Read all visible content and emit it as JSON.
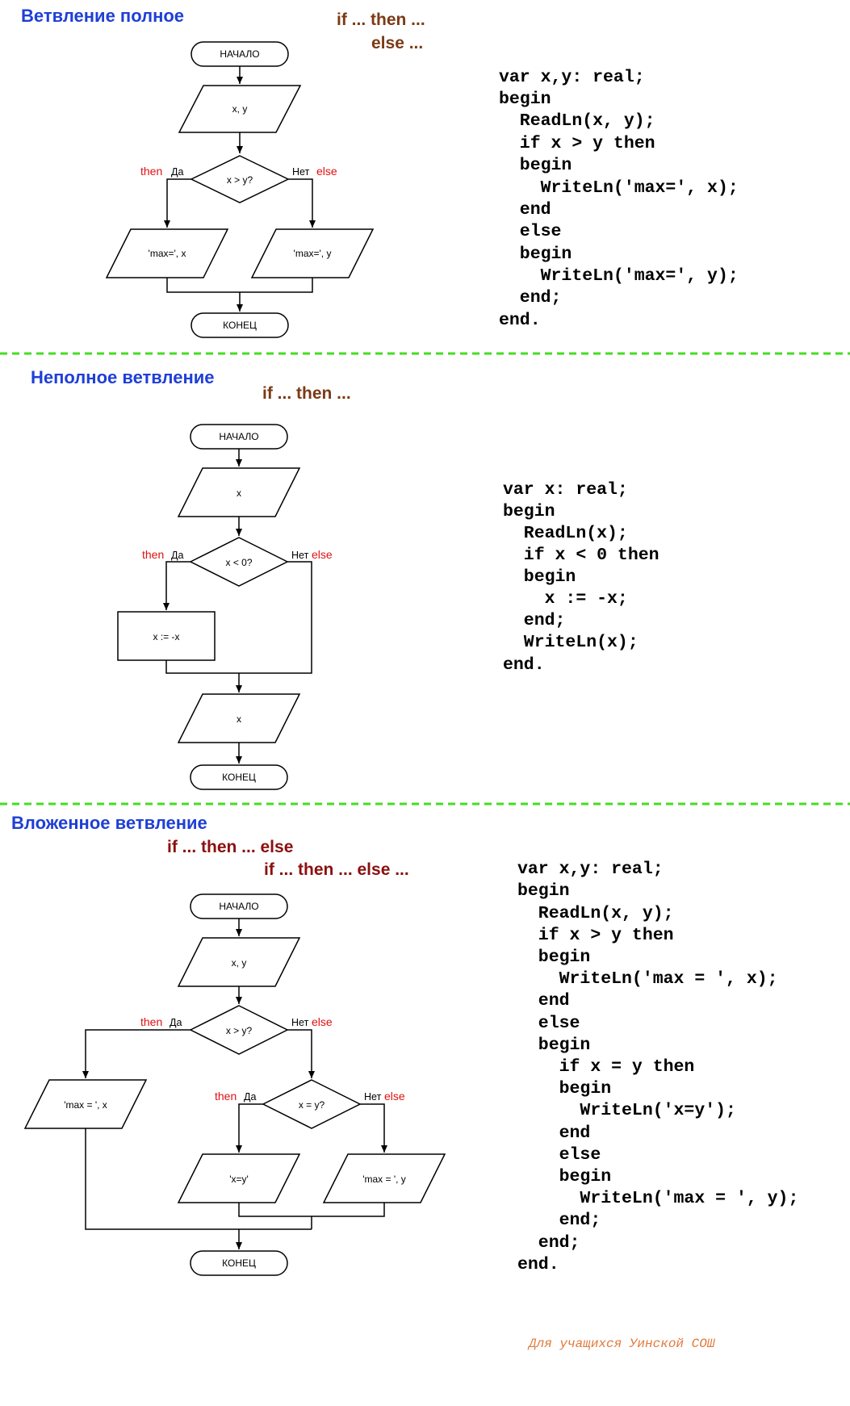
{
  "sections": [
    {
      "heading": "Ветвление полное",
      "keyword_lines": [
        "if ... then ...",
        "else ..."
      ],
      "nodes": {
        "start": "НАЧАЛО",
        "input": "x, y",
        "condition": "x > y?",
        "out_yes": "'max=', x",
        "out_no": "'max=', y",
        "end": "КОНЕЦ"
      },
      "branch_labels": {
        "yes": "Да",
        "no": "Нет",
        "then": "then",
        "else": "else"
      },
      "code": [
        "var x,y: real;",
        "begin",
        "  ReadLn(x, y);",
        "  if x > y then",
        "  begin",
        "    WriteLn('max=', x);",
        "  end",
        "  else",
        "  begin",
        "    WriteLn('max=', y);",
        "  end;",
        "end."
      ]
    },
    {
      "heading": "Неполное ветвление",
      "keyword_lines": [
        "if ... then ..."
      ],
      "nodes": {
        "start": "НАЧАЛО",
        "input": "x",
        "condition": "x < 0?",
        "process": "x := -x",
        "output": "x",
        "end": "КОНЕЦ"
      },
      "branch_labels": {
        "yes": "Да",
        "no": "Нет",
        "then": "then",
        "else": "else"
      },
      "code": [
        "var x: real;",
        "begin",
        "  ReadLn(x);",
        "  if x < 0 then",
        "  begin",
        "    x := -x;",
        "  end;",
        "  WriteLn(x);",
        "end."
      ]
    },
    {
      "heading": "Вложенное ветвление",
      "keyword_lines": [
        "if ... then ... else",
        "if ... then ... else ..."
      ],
      "nodes": {
        "start": "НАЧАЛО",
        "input": "x, y",
        "condition1": "x > y?",
        "out1": "'max = ', x",
        "condition2": "x = y?",
        "out2": "'x=y'",
        "out3": "'max = ', y",
        "end": "КОНЕЦ"
      },
      "branch_labels": {
        "yes": "Да",
        "no": "Нет",
        "then": "then",
        "else": "else"
      },
      "code": [
        "var x,y: real;",
        "begin",
        "  ReadLn(x, y);",
        "  if x > y then",
        "  begin",
        "    WriteLn('max = ', x);",
        "  end",
        "  else",
        "  begin",
        "    if x = y then",
        "    begin",
        "      WriteLn('x=y');",
        "    end",
        "    else",
        "    begin",
        "      WriteLn('max = ', y);",
        "    end;",
        "  end;",
        "end."
      ]
    }
  ],
  "footer": "Для учащихся Уинской СОШ",
  "colors": {
    "heading": "#1f3fd6",
    "keyword_brown": "#7b3a16",
    "keyword_red": "#8a1010",
    "then_else": "#e01010",
    "separator": "#44dd22",
    "footer": "#e07a3c"
  }
}
